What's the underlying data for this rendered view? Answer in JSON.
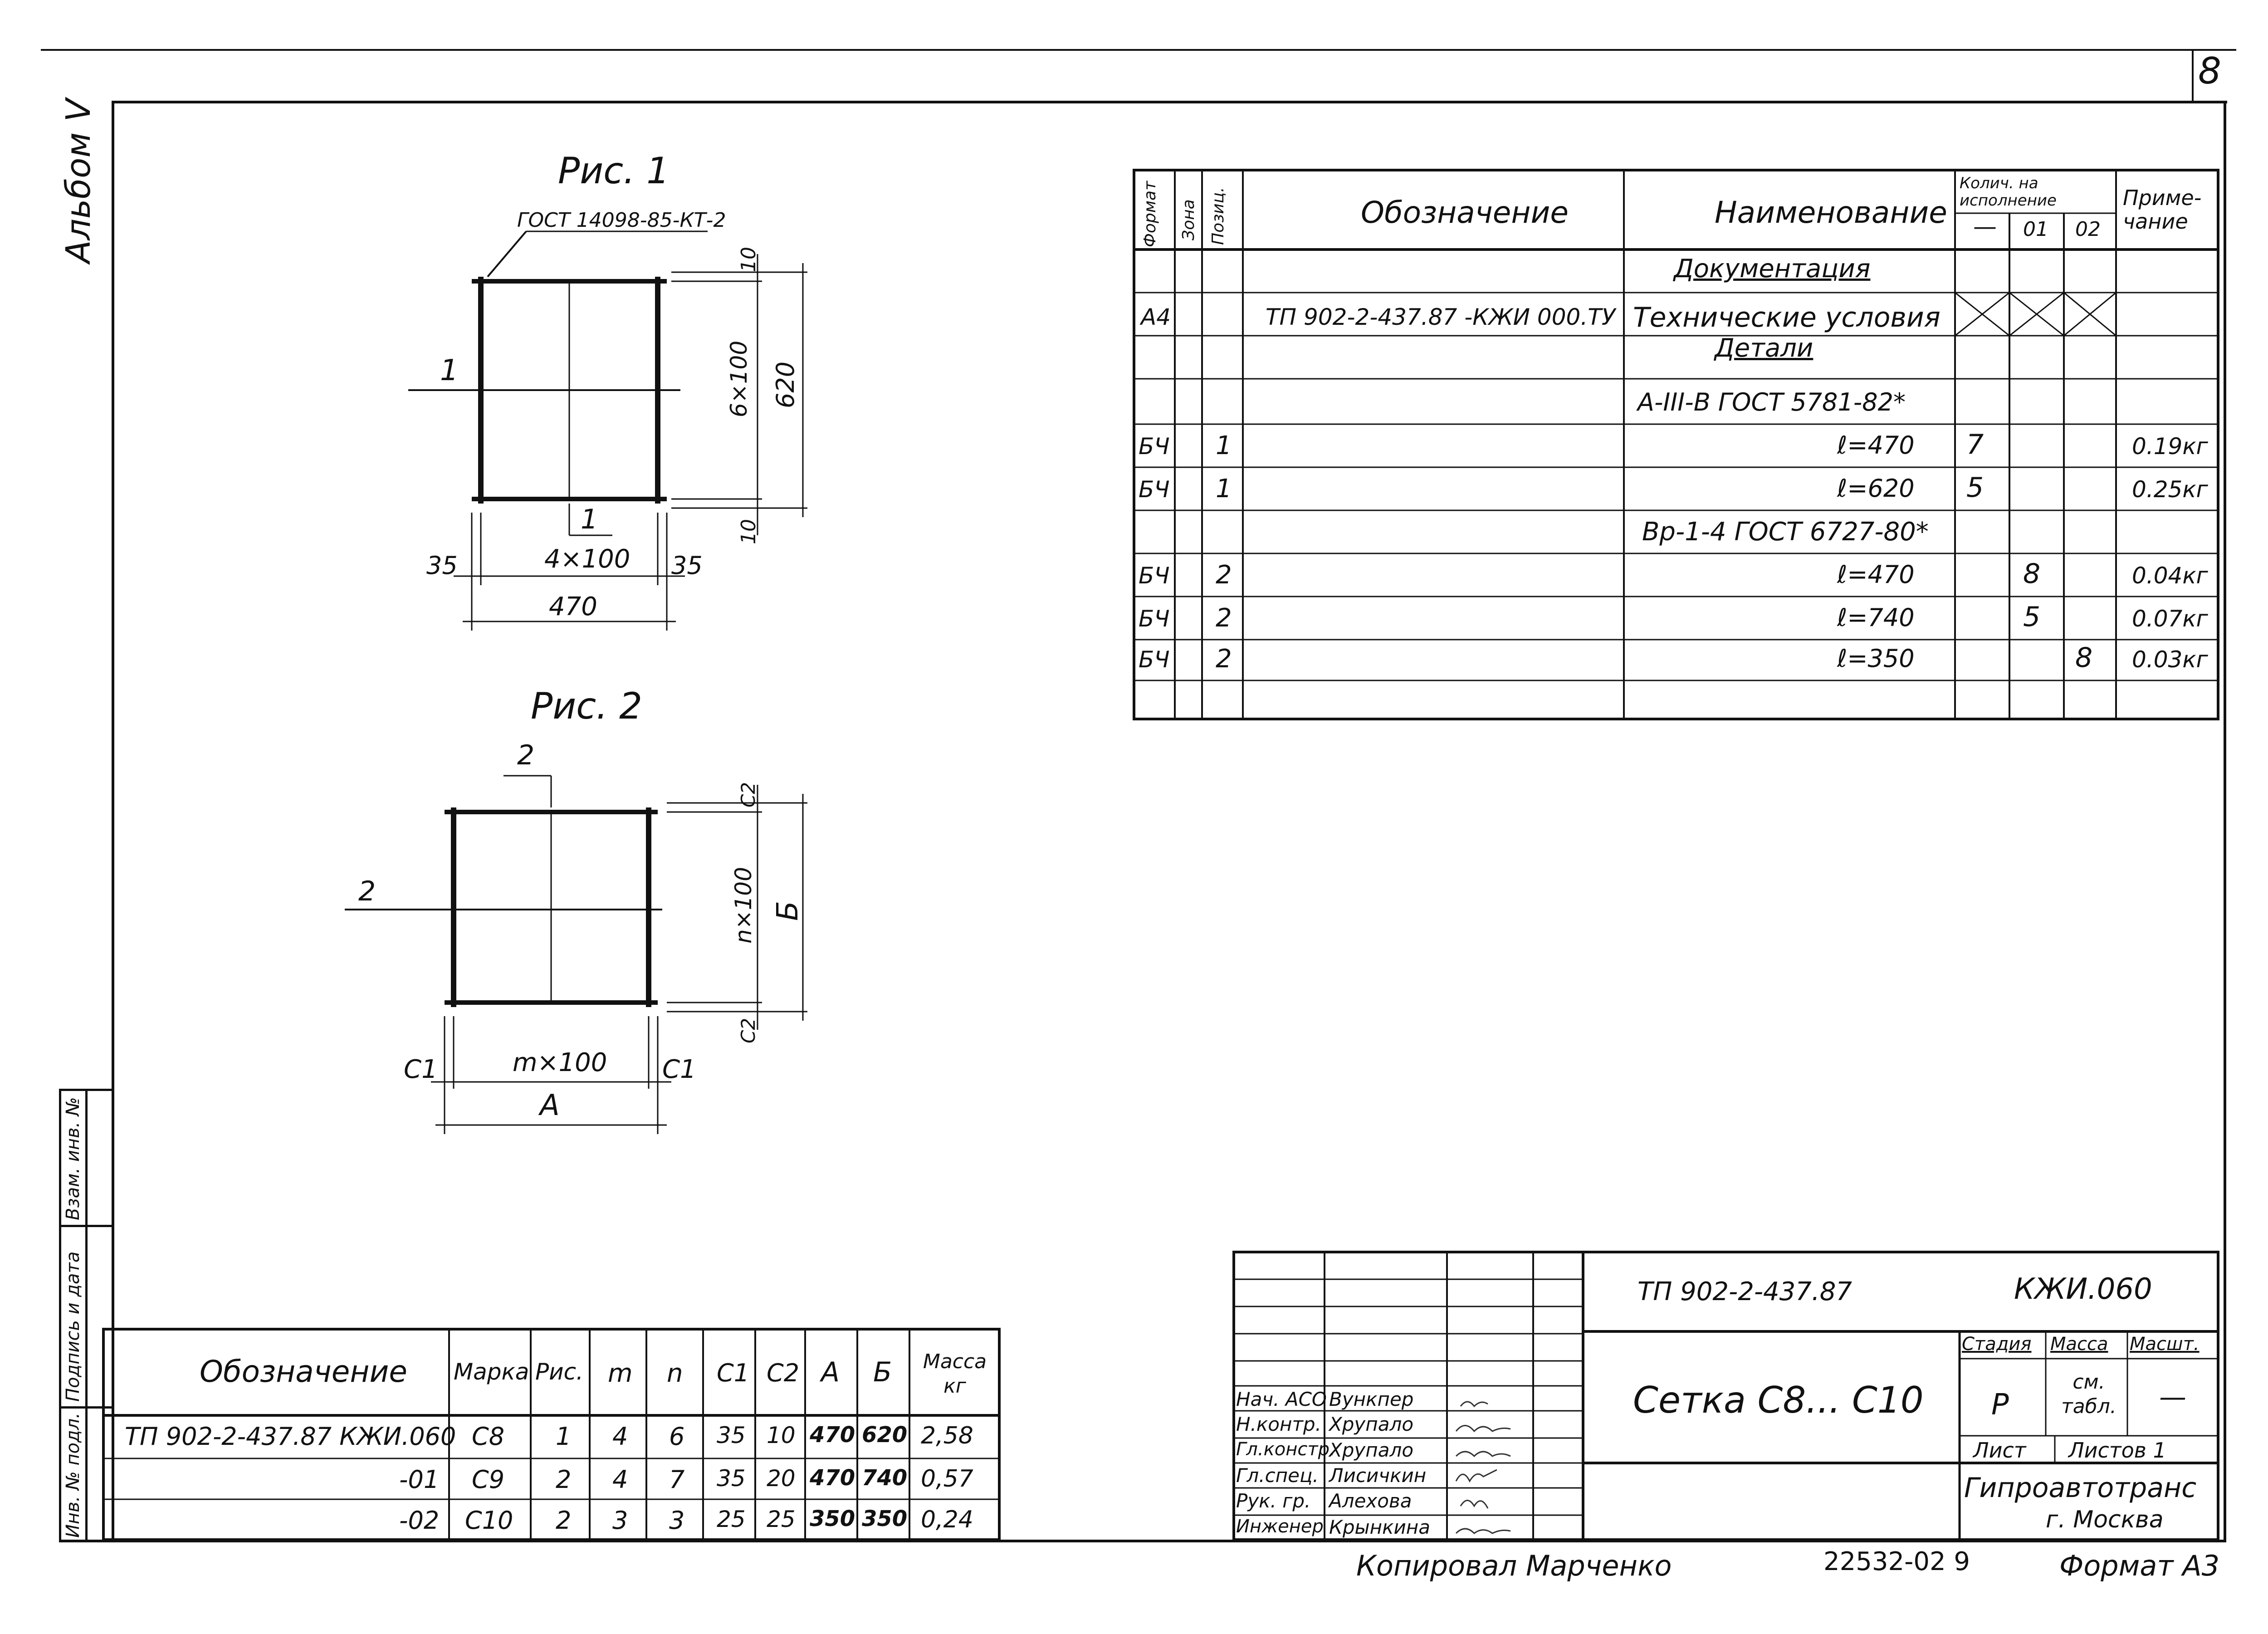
{
  "sheet": {
    "page_number": "8",
    "album": "Альбом V",
    "side_stamp": [
      "Инв. № подл.",
      "Подпись и дата",
      "Взам. инв. №"
    ]
  },
  "fig1": {
    "title": "Рис. 1",
    "gost_label": "ГОСТ 14098-85-КТ-2",
    "pos_left": "1",
    "pos_bottom": "1",
    "dim_top": "10",
    "dim_mid": "6×100",
    "dim_bottom": "10",
    "dim_total_h": "620",
    "dim_left": "35",
    "dim_mid_w": "4×100",
    "dim_right": "35",
    "dim_total_w": "470"
  },
  "fig2": {
    "title": "Рис. 2",
    "pos_top": "2",
    "pos_left": "2",
    "dim_top": "C2",
    "dim_mid": "n×100",
    "dim_bottom": "C2",
    "dim_total_h": "Б",
    "dim_left": "C1",
    "dim_mid_w": "m×100",
    "dim_right": "C1",
    "dim_total_w": "А"
  },
  "spec": {
    "headers": {
      "format": "Формат",
      "zone": "Зона",
      "pos": "Позиц.",
      "designation": "Обозначение",
      "name": "Наименование",
      "qty": "Колич. на исполнение",
      "qty_cols": [
        "—",
        "01",
        "02"
      ],
      "note": "Приме-чание"
    },
    "rows": [
      {
        "format": "",
        "zone": "",
        "pos": "",
        "designation": "",
        "name": "Документация",
        "underline": true,
        "q0": "",
        "q1": "",
        "q2": "",
        "note": ""
      },
      {
        "format": "А4",
        "zone": "",
        "pos": "",
        "designation": "ТП 902-2-437.87 -КЖИ 000.ТУ",
        "name": "Технические условия",
        "q0": "X",
        "q1": "X",
        "q2": "X",
        "note": ""
      },
      {
        "format": "",
        "zone": "",
        "pos": "",
        "designation": "",
        "name": "Детали",
        "underline": true,
        "q0": "",
        "q1": "",
        "q2": "",
        "note": ""
      },
      {
        "format": "",
        "zone": "",
        "pos": "",
        "designation": "",
        "name": "А-III-В ГОСТ 5781-82*",
        "q0": "",
        "q1": "",
        "q2": "",
        "note": ""
      },
      {
        "format": "БЧ",
        "zone": "",
        "pos": "1",
        "designation": "",
        "name": "ℓ=470",
        "q0": "7",
        "q1": "",
        "q2": "",
        "note": "0.19кг"
      },
      {
        "format": "БЧ",
        "zone": "",
        "pos": "1",
        "designation": "",
        "name": "ℓ=620",
        "q0": "5",
        "q1": "",
        "q2": "",
        "note": "0.25кг"
      },
      {
        "format": "",
        "zone": "",
        "pos": "",
        "designation": "",
        "name": "Вр-1-4 ГОСТ 6727-80*",
        "q0": "",
        "q1": "",
        "q2": "",
        "note": ""
      },
      {
        "format": "БЧ",
        "zone": "",
        "pos": "2",
        "designation": "",
        "name": "ℓ=470",
        "q0": "",
        "q1": "8",
        "q2": "",
        "note": "0.04кг"
      },
      {
        "format": "БЧ",
        "zone": "",
        "pos": "2",
        "designation": "",
        "name": "ℓ=740",
        "q0": "",
        "q1": "5",
        "q2": "",
        "note": "0.07кг"
      },
      {
        "format": "БЧ",
        "zone": "",
        "pos": "2",
        "designation": "",
        "name": "ℓ=350",
        "q0": "",
        "q1": "",
        "q2": "8",
        "note": "0.03кг"
      },
      {
        "format": "",
        "zone": "",
        "pos": "",
        "designation": "",
        "name": "",
        "q0": "",
        "q1": "",
        "q2": "",
        "note": ""
      }
    ]
  },
  "marks": {
    "headers": [
      "Обозначение",
      "Марка",
      "Рис.",
      "m",
      "n",
      "C1",
      "C2",
      "А",
      "Б",
      "Масса кг"
    ],
    "rows": [
      [
        "ТП 902-2-437.87 КЖИ.060",
        "С8",
        "1",
        "4",
        "6",
        "35",
        "10",
        "470",
        "620",
        "2,58"
      ],
      [
        "-01",
        "С9",
        "2",
        "4",
        "7",
        "35",
        "20",
        "470",
        "740",
        "0,57"
      ],
      [
        "-02",
        "С10",
        "2",
        "3",
        "3",
        "25",
        "25",
        "350",
        "350",
        "0,24"
      ]
    ]
  },
  "stamp": {
    "project_code": "ТП 902-2-437.87",
    "doc_code": "КЖИ.060",
    "title": "Сетка С8... С10",
    "stage_label": "Стадия",
    "mass_label": "Масса",
    "scale_label": "Масшт.",
    "stage": "Р",
    "mass": "см. табл.",
    "scale": "—",
    "sheet_label": "Лист",
    "sheets_label": "Листов 1",
    "org": "Гипроавтотранс",
    "city": "г. Москва",
    "people": [
      {
        "role": "Нач. АСО",
        "name": "Вункпер"
      },
      {
        "role": "Н.контр.",
        "name": "Хрупало"
      },
      {
        "role": "Гл.констр.",
        "name": "Хрупало"
      },
      {
        "role": "Гл.спец.",
        "name": "Лисичкин"
      },
      {
        "role": "Рук. гр.",
        "name": "Алехова"
      },
      {
        "role": "Инженер",
        "name": "Крынкина"
      }
    ]
  },
  "footer": {
    "copied_by": "Копировал Марченко",
    "inventory": "22532-02 9",
    "format": "Формат А3"
  }
}
